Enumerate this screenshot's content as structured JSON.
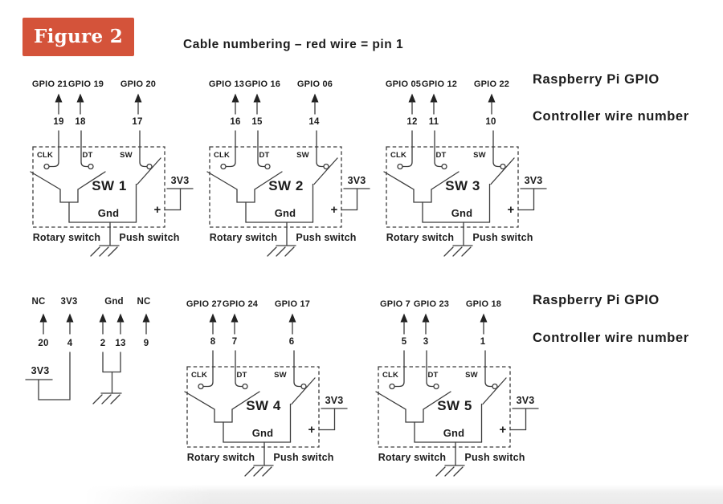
{
  "figure_label": "Figure 2",
  "title": "Cable numbering – red wire = pin 1",
  "legend": {
    "gpio_label": "Raspberry Pi GPIO",
    "wire_label": "Controller wire number"
  },
  "colors": {
    "badge_background": "#d4533a",
    "line": "#3c3c3c",
    "text": "#1c1c1c"
  },
  "switch_blocks": [
    {
      "name": "SW 1",
      "gpio": [
        "GPIO 21",
        "GPIO 19",
        "GPIO 20"
      ],
      "wires": [
        "19",
        "18",
        "17"
      ],
      "contacts": [
        "CLK",
        "DT",
        "SW"
      ],
      "gnd_label": "Gnd",
      "power_label": "3V3",
      "plus_label": "+",
      "rotary_label": "Rotary switch",
      "push_label": "Push switch"
    },
    {
      "name": "SW 2",
      "gpio": [
        "GPIO 13",
        "GPIO 16",
        "GPIO 06"
      ],
      "wires": [
        "16",
        "15",
        "14"
      ],
      "contacts": [
        "CLK",
        "DT",
        "SW"
      ],
      "gnd_label": "Gnd",
      "power_label": "3V3",
      "plus_label": "+",
      "rotary_label": "Rotary switch",
      "push_label": "Push switch"
    },
    {
      "name": "SW 3",
      "gpio": [
        "GPIO 05",
        "GPIO 12",
        "GPIO 22"
      ],
      "wires": [
        "12",
        "11",
        "10"
      ],
      "contacts": [
        "CLK",
        "DT",
        "SW"
      ],
      "gnd_label": "Gnd",
      "power_label": "3V3",
      "plus_label": "+",
      "rotary_label": "Rotary switch",
      "push_label": "Push switch"
    },
    {
      "name": "SW 4",
      "gpio": [
        "GPIO 27",
        "GPIO 24",
        "GPIO 17"
      ],
      "wires": [
        "8",
        "7",
        "6"
      ],
      "contacts": [
        "CLK",
        "DT",
        "SW"
      ],
      "gnd_label": "Gnd",
      "power_label": "3V3",
      "plus_label": "+",
      "rotary_label": "Rotary switch",
      "push_label": "Push switch"
    },
    {
      "name": "SW 5",
      "gpio": [
        "GPIO 7",
        "GPIO 23",
        "GPIO 18"
      ],
      "wires": [
        "5",
        "3",
        "1"
      ],
      "contacts": [
        "CLK",
        "DT",
        "SW"
      ],
      "gnd_label": "Gnd",
      "power_label": "3V3",
      "plus_label": "+",
      "rotary_label": "Rotary switch",
      "push_label": "Push switch"
    }
  ],
  "aux_group": {
    "pin_labels": [
      "NC",
      "3V3",
      "Gnd",
      "NC"
    ],
    "wire_numbers": [
      "20",
      "4",
      "2",
      "13",
      "9"
    ],
    "source_label": "3V3"
  }
}
